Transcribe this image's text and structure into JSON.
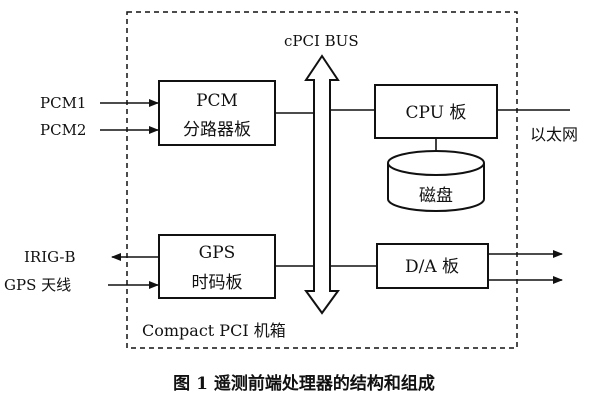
{
  "diagram": {
    "bus_label": "cPCI BUS",
    "chassis_label": "Compact PCI 机箱",
    "pcm_board": {
      "line1": "PCM",
      "line2": "分路器板"
    },
    "cpu_board": {
      "label": "CPU 板"
    },
    "disk": {
      "label": "磁盘"
    },
    "gps_board": {
      "line1": "GPS",
      "line2": "时码板"
    },
    "da_board": {
      "label": "D/A 板"
    },
    "inputs": {
      "pcm1": "PCM1",
      "pcm2": "PCM2",
      "irig_b": "IRIG-B",
      "gps_antenna": "GPS 天线"
    },
    "outputs": {
      "ethernet": "以太网"
    },
    "caption": "图 1 遥测前端处理器的结构和组成"
  }
}
